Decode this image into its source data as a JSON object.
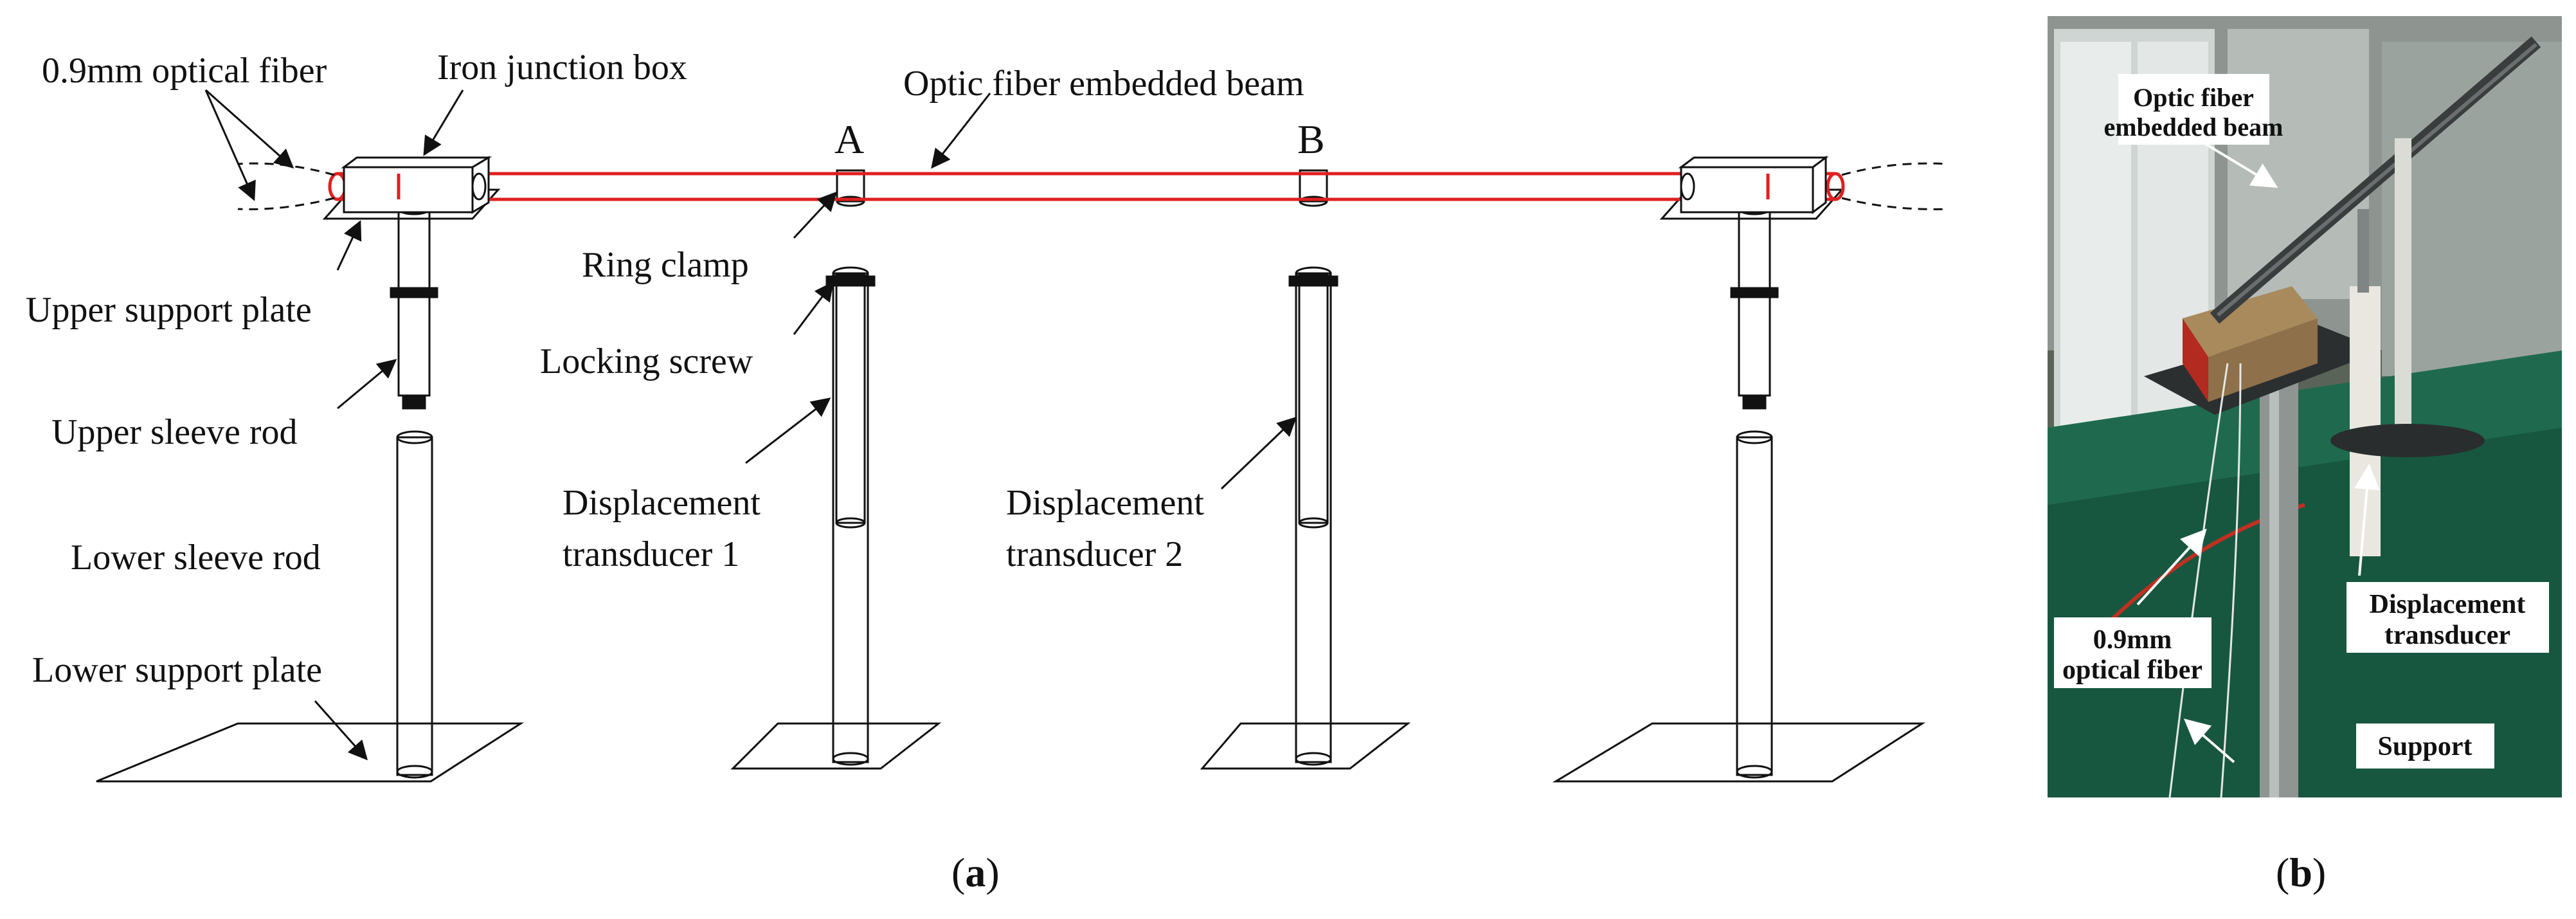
{
  "panel_a": {
    "labels": {
      "fiber_09": "0.9mm optical fiber",
      "junction_box": "Iron junction box",
      "beam": "Optic fiber embedded beam",
      "point_a": "A",
      "point_b": "B",
      "ring_clamp": "Ring clamp",
      "upper_plate": "Upper support plate",
      "locking_screw": "Locking screw",
      "upper_sleeve": "Upper sleeve rod",
      "disp1_line1": "Displacement",
      "disp1_line2": "transducer 1",
      "disp2_line1": "Displacement",
      "disp2_line2": "transducer 2",
      "lower_sleeve": "Lower sleeve rod",
      "lower_plate": "Lower support plate"
    },
    "caption": {
      "open": "(",
      "letter": "a",
      "close": ")"
    }
  },
  "panel_b": {
    "labels": {
      "beam_line1": "Optic fiber",
      "beam_line2": "embedded beam",
      "disp_line1": "Displacement",
      "disp_line2": "transducer",
      "fiber_line1": "0.9mm",
      "fiber_line2": "optical fiber",
      "support": "Support"
    },
    "caption": {
      "open": "(",
      "letter": "b",
      "close": ")"
    }
  },
  "colors": {
    "fiber": "#e02020",
    "ink": "#111111",
    "label_box": "#ffffff",
    "photo_arrow": "#ffffff"
  }
}
